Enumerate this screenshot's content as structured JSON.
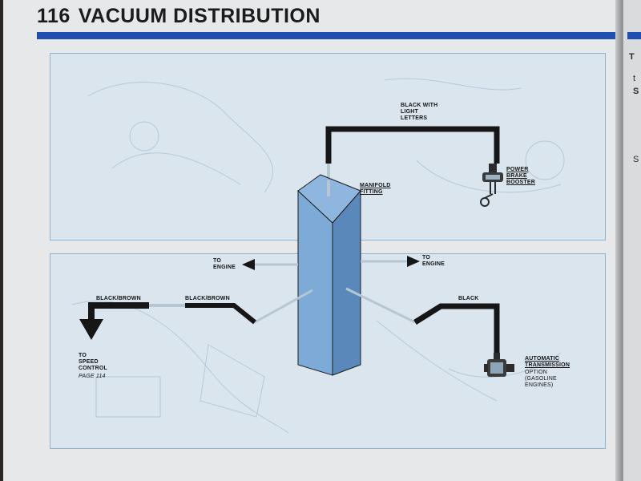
{
  "header": {
    "page_number": "116",
    "title": "VACUUM DISTRIBUTION"
  },
  "right_page_glyphs": [
    "T",
    "t",
    "S",
    "S"
  ],
  "labels": {
    "black_with_light_letters": "BLACK WITH\nLIGHT\nLETTERS",
    "power_brake_booster": "POWER\nBRAKE\nBOOSTER",
    "manifold_fitting": "MANIFOLD\nFITTING",
    "to_engine_left": "TO\nENGINE",
    "to_engine_right": "TO\nENGINE",
    "black_brown_outer": "BLACK/BROWN",
    "black_brown_inner": "BLACK/BROWN",
    "black": "BLACK",
    "to_speed_control": "TO\nSPEED\nCONTROL",
    "page_ref": "PAGE 114",
    "automatic_transmission": "AUTOMATIC\nTRANSMISSION",
    "option": "OPTION\n(GASOLINE\nENGINES)"
  },
  "colors": {
    "accent_bar": "#1f4fb3",
    "manifold_fill": "#6f9fd2",
    "hose": "#161616",
    "tube": "#b7c6d3"
  },
  "icons": {
    "power_brake_booster": "brake-booster-valve-icon",
    "automatic_transmission": "transmission-modulator-icon"
  }
}
